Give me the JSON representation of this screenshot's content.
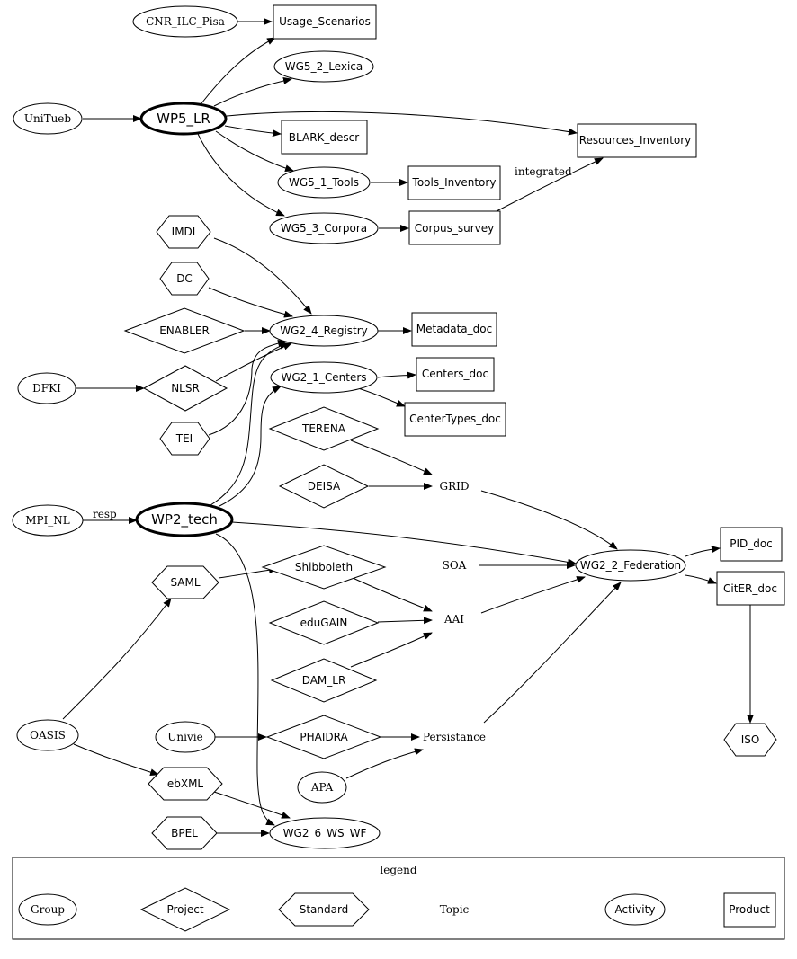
{
  "nodes": {
    "cnr_ilc_pisa": "CNR_ILC_Pisa",
    "usage_scenarios": "Usage_Scenarios",
    "wg5_2_lexica": "WG5_2_Lexica",
    "unitueb": "UniTueb",
    "wp5_lr": "WP5_LR",
    "blark_descr": "BLARK_descr",
    "resources_inventory": "Resources_Inventory",
    "wg5_1_tools": "WG5_1_Tools",
    "tools_inventory": "Tools_Inventory",
    "wg5_3_corpora": "WG5_3_Corpora",
    "corpus_survey": "Corpus_survey",
    "imdi": "IMDI",
    "dc": "DC",
    "enabler": "ENABLER",
    "wg2_4_registry": "WG2_4_Registry",
    "metadata_doc": "Metadata_doc",
    "dfki": "DFKI",
    "nlsr": "NLSR",
    "wg2_1_centers": "WG2_1_Centers",
    "centers_doc": "Centers_doc",
    "centertypes_doc": "CenterTypes_doc",
    "tei": "TEI",
    "terena": "TERENA",
    "deisa": "DEISA",
    "grid": "GRID",
    "mpi_nl": "MPI_NL",
    "wp2_tech": "WP2_tech",
    "pid_doc": "PID_doc",
    "saml": "SAML",
    "shibboleth": "Shibboleth",
    "soa": "SOA",
    "wg2_2_federation": "WG2_2_Federation",
    "citer_doc": "CitER_doc",
    "edugain": "eduGAIN",
    "aai": "AAI",
    "dam_lr": "DAM_LR",
    "oasis": "OASIS",
    "univie": "Univie",
    "phaidra": "PHAIDRA",
    "persistance": "Persistance",
    "iso": "ISO",
    "ebxml": "ebXML",
    "apa": "APA",
    "bpel": "BPEL",
    "wg2_6_ws_wf": "WG2_6_WS_WF"
  },
  "edge_labels": {
    "integrated": "integrated",
    "resp": "resp"
  },
  "legend": {
    "title": "legend",
    "group": "Group",
    "project": "Project",
    "standard": "Standard",
    "topic": "Topic",
    "activity": "Activity",
    "product": "Product"
  }
}
